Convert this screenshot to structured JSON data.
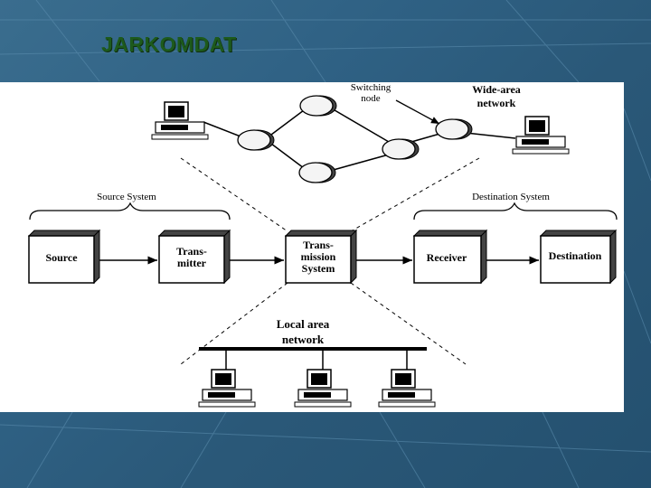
{
  "slide": {
    "title": "JARKOMDAT"
  },
  "diagram": {
    "wan": {
      "switching_node_label": [
        "Switching",
        "node"
      ],
      "wide_area_label": [
        "Wide-area",
        "network"
      ]
    },
    "source_system_label": "Source System",
    "destination_system_label": "Destination System",
    "blocks": {
      "source": [
        "Source"
      ],
      "transmitter": [
        "Trans-",
        "mitter"
      ],
      "transmission_system": [
        "Trans-",
        "mission",
        "System"
      ],
      "receiver": [
        "Receiver"
      ],
      "destination": [
        "Destination"
      ]
    },
    "lan_label": [
      "Local area",
      "network"
    ]
  },
  "colors": {
    "slide_bg": "#2f6184",
    "title": "#1d5a1c"
  }
}
